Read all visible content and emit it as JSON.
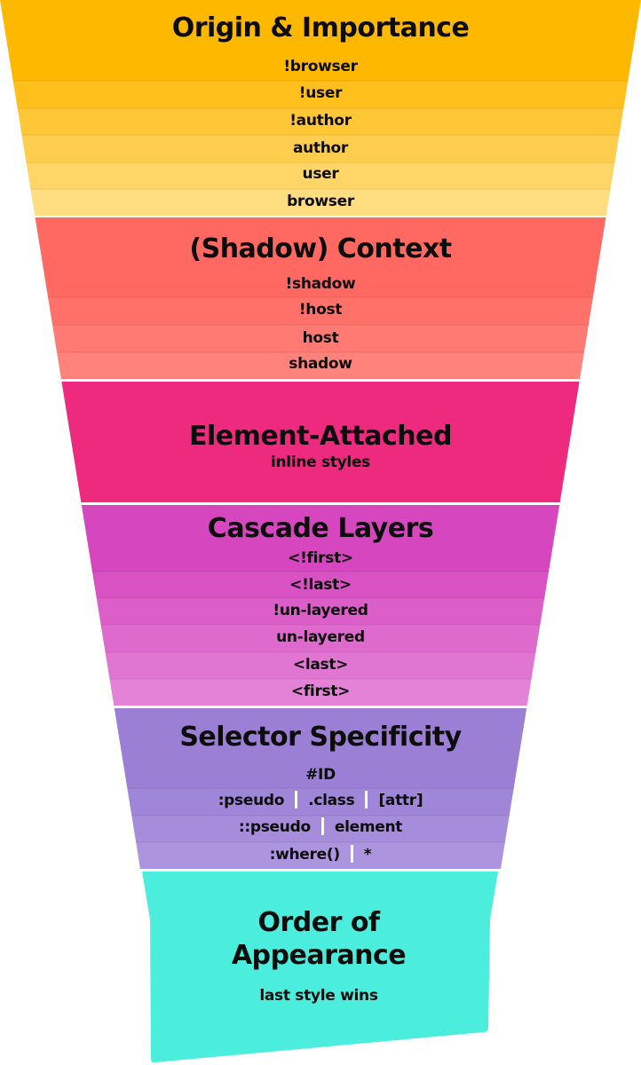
{
  "sections": [
    {
      "title": "Origin & Importance",
      "color": "#ffb800",
      "rows": [
        {
          "label": "!browser",
          "color": "#ffb800"
        },
        {
          "label": "!user",
          "color": "#ffbf1c"
        },
        {
          "label": "!author",
          "color": "#ffc636"
        },
        {
          "label": "author",
          "color": "#ffce4f"
        },
        {
          "label": "user",
          "color": "#ffd567"
        },
        {
          "label": "browser",
          "color": "#ffdd80"
        }
      ]
    },
    {
      "title": "(Shadow) Context",
      "color": "#ff6961",
      "rows": [
        {
          "label": "!shadow",
          "color": "#ff6961"
        },
        {
          "label": "!host",
          "color": "#ff7169"
        },
        {
          "label": "host",
          "color": "#ff7a72"
        },
        {
          "label": "shadow",
          "color": "#ff827b"
        }
      ]
    },
    {
      "title": "Element-Attached",
      "subtitle": "inline styles",
      "color": "#ee2a7e"
    },
    {
      "title": "Cascade Layers",
      "color": "#d546bf",
      "rows": [
        {
          "label": "<!first>",
          "color": "#d546bf"
        },
        {
          "label": "<!last>",
          "color": "#d852c4"
        },
        {
          "label": "!un-layered",
          "color": "#db5ec9"
        },
        {
          "label": "un-layered",
          "color": "#de6acd"
        },
        {
          "label": "<last>",
          "color": "#e176d2"
        },
        {
          "label": "<first>",
          "color": "#e482d7"
        }
      ]
    },
    {
      "title": "Selector Specificity",
      "color": "#9b7fd4",
      "rows": [
        {
          "parts": [
            "#ID"
          ],
          "color": "#9b7fd4"
        },
        {
          "parts": [
            ":pseudo",
            ".class",
            "[attr]"
          ],
          "color": "#a086d8"
        },
        {
          "parts": [
            "::pseudo",
            "element"
          ],
          "color": "#a68ddb"
        },
        {
          "parts": [
            ":where()",
            "*"
          ],
          "color": "#ac95de"
        }
      ]
    },
    {
      "title_lines": [
        "Order of",
        "Appearance"
      ],
      "subtitle": "last style wins",
      "color": "#4beedc"
    }
  ]
}
